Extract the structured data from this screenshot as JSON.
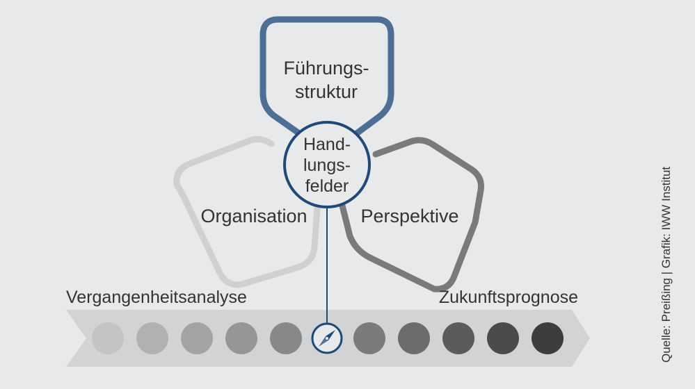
{
  "diagram": {
    "top_petal": {
      "line1": "Führungs-",
      "line2": "struktur",
      "stroke": "#4d6f96"
    },
    "left_petal": {
      "label": "Organisation",
      "stroke": "#cfd0d1"
    },
    "right_petal": {
      "label": "Perspektive",
      "stroke": "#7a7a7a"
    },
    "center": {
      "line1": "Hand-",
      "line2": "lungs-",
      "line3": "felder",
      "stroke": "#1f4a78"
    },
    "timeline": {
      "left_label": "Vergangenheitsanalyse",
      "right_label": "Zukunftsprognose",
      "arrow_fill": "#d2d3d4",
      "dot_colors": [
        "#c3c4c5",
        "#b0b1b2",
        "#a2a3a4",
        "#959697",
        "#888889",
        "#7a7b7c",
        "#6b6c6d",
        "#5a5b5c",
        "#4a4b4c",
        "#3c3d3e"
      ],
      "compass_stroke": "#1f4a78"
    },
    "source": "Quelle: Preißing | Grafik: IWW Institut"
  }
}
